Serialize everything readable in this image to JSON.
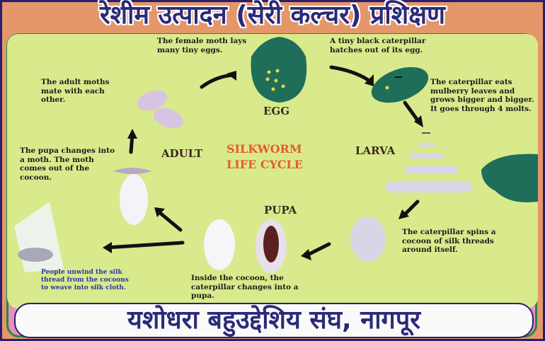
{
  "title": "रेशीम उत्पादन (सेरी कल्चर) प्रशिक्षण",
  "diagram": {
    "center_title_line1": "SILKWORM",
    "center_title_line2": "LIFE CYCLE",
    "stages": {
      "egg": "EGG",
      "larva": "LARVA",
      "pupa": "PUPA",
      "adult": "ADULT"
    },
    "captions": {
      "eggs": "The female moth lays many tiny eggs.",
      "hatch": "A tiny black caterpillar hatches out of its egg.",
      "eats": "The caterpillar eats mulberry leaves and grows bigger and bigger. It goes through 4 molts.",
      "spins": "The caterpillar spins a cocoon of silk threads around itself.",
      "pupa": "Inside the cocoon, the caterpillar changes into a pupa.",
      "moth": "The pupa changes into a moth. The moth comes out of the cocoon.",
      "mate": "The adult moths mate with each other.",
      "silk": "People unwind the silk thread from the cocoons to weave into silk cloth."
    },
    "colors": {
      "leaf": "#1f6e5a",
      "background": "#d8ea8c",
      "accent": "#e85a2a"
    }
  },
  "footer": "यशोधरा बहुउद्देशिय संघ, नागपूर"
}
